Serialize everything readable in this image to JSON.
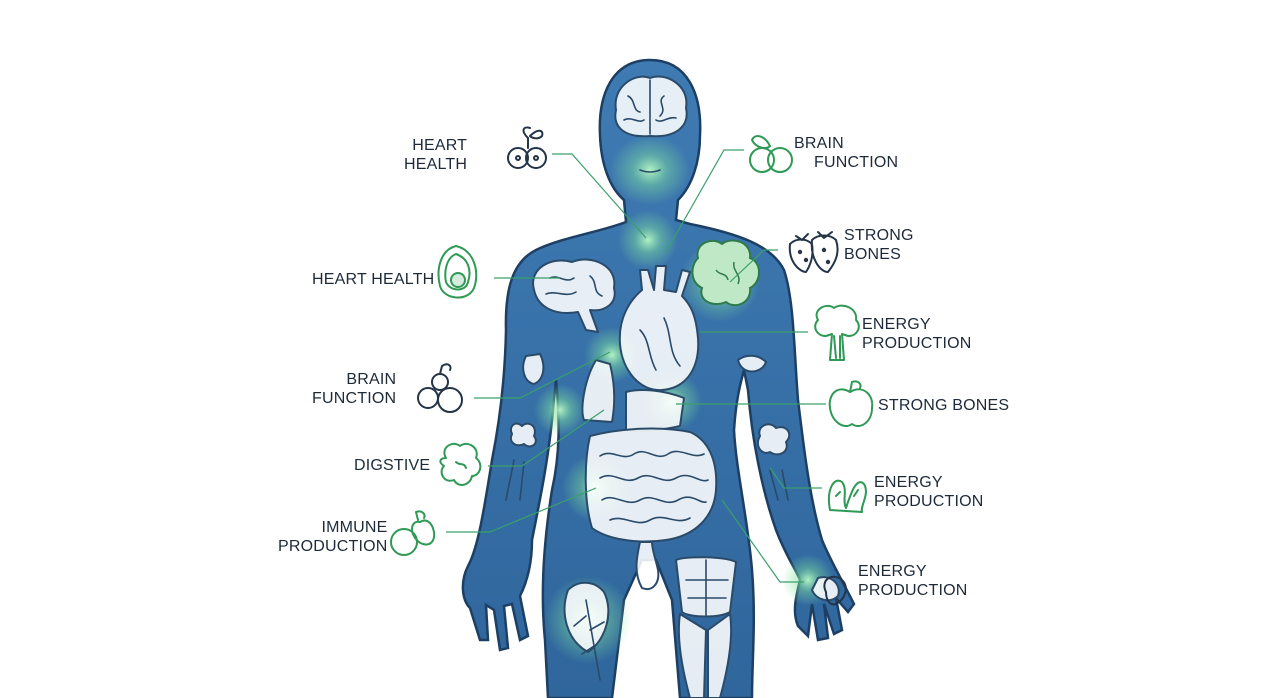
{
  "labels": {
    "left_1_line1": "HEART",
    "left_1_line2": "HEALTH",
    "left_2": "HEART HEALTH",
    "left_3_line1": "BRAIN",
    "left_3_line2": "FUNCTION",
    "left_4": "DIGSTIVE",
    "left_5_line1": "IMMUNE",
    "left_5_line2": "PRODUCTION",
    "right_1_line1": "BRAIN",
    "right_1_line2": "FUNCTION",
    "right_2_line1": "STRONG",
    "right_2_line2": "BONES",
    "right_3_line1": "ENERGY",
    "right_3_line2": "PRODUCTION",
    "right_4": "STRONG BONES",
    "right_5_line1": "ENERGY",
    "right_5_line2": "PRODUCTION",
    "right_6_line1": "ENERGY",
    "right_6_line2": "PRODUCTION"
  },
  "icons": {
    "left_1": "blueberries-icon",
    "left_2": "avocado-icon",
    "left_3": "berries-icon",
    "left_4": "broccoli-icon",
    "left_5": "fruit-icon",
    "right_1": "fruit-icon",
    "right_2": "strawberry-icon",
    "right_3": "broccoli-icon",
    "right_4": "apple-icon",
    "right_5": "ginger-icon",
    "right_6": "nut-icon"
  },
  "colors": {
    "body": "#3b73a8",
    "body_outline": "#1d3f63",
    "glow": "#9ff0b8",
    "accent_green": "#2e9a55",
    "label_text": "#1e2a3a"
  }
}
